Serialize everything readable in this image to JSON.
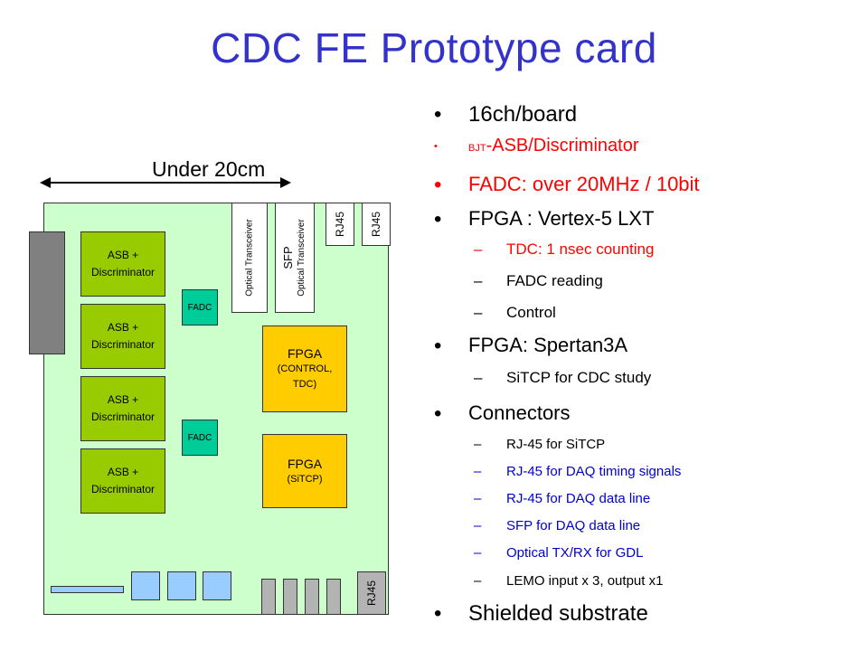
{
  "title": "CDC FE Prototype card",
  "colors": {
    "title": "#3333cc",
    "red_text": "#ff0000",
    "blue_text": "#0000cc",
    "board": "#ccffcc",
    "asb": "#99cc00",
    "fadc": "#00cc99",
    "fpga": "#ffcc00",
    "connector_blue": "#99ccff",
    "lemo": "#b3b3b3",
    "edge_connector": "#808080"
  },
  "diagram": {
    "width_label": "Under 20cm",
    "asb_blocks": [
      {
        "line1": "ASB +",
        "line2": "Discriminator"
      },
      {
        "line1": "ASB +",
        "line2": "Discriminator"
      },
      {
        "line1": "ASB +",
        "line2": "Discriminator"
      },
      {
        "line1": "ASB +",
        "line2": "Discriminator"
      }
    ],
    "fadc_blocks": [
      "FADC",
      "FADC"
    ],
    "fpga_control": {
      "name": "FPGA",
      "line2": "(CONTROL,",
      "line3": "TDC)"
    },
    "fpga_sitcp": {
      "name": "FPGA",
      "line2": "(SiTCP)"
    },
    "optical_1": "Optical Transceiver",
    "sfp_label": "SFP",
    "optical_2": "Optical Transceiver",
    "rj45_top_1": "RJ45",
    "rj45_top_2": "RJ45",
    "rj45_bottom": "RJ45"
  },
  "bullets": [
    {
      "level": 1,
      "marker": "•",
      "text": "16ch/board",
      "color": "black"
    },
    {
      "level": 1,
      "marker": "•",
      "prefix": "BJT",
      "text": "-ASB/Discriminator",
      "color": "red",
      "small_marker": true
    },
    {
      "level": 1,
      "marker": "•",
      "text": "FADC: over 20MHz / 10bit",
      "color": "red"
    },
    {
      "level": 1,
      "marker": "•",
      "text": "FPGA : Vertex-5 LXT",
      "color": "black"
    },
    {
      "level": 2,
      "marker": "–",
      "text": "TDC: 1 nsec counting",
      "color": "red"
    },
    {
      "level": 2,
      "marker": "–",
      "text": "FADC reading",
      "color": "black"
    },
    {
      "level": 2,
      "marker": "–",
      "text": "Control",
      "color": "black"
    },
    {
      "level": 1,
      "marker": "•",
      "text": "FPGA: Spertan3A",
      "color": "black"
    },
    {
      "level": 2,
      "marker": "–",
      "text": "SiTCP for CDC study",
      "color": "black"
    },
    {
      "level": 1,
      "marker": "•",
      "text": "Connectors",
      "color": "black"
    },
    {
      "level": 2,
      "marker": "–",
      "text": "RJ-45 for SiTCP",
      "color": "black"
    },
    {
      "level": 2,
      "marker": "–",
      "text": "RJ-45 for DAQ timing signals",
      "color": "blue"
    },
    {
      "level": 2,
      "marker": "–",
      "text": "RJ-45 for DAQ data line",
      "color": "blue"
    },
    {
      "level": 2,
      "marker": "–",
      "text": "SFP for DAQ data line",
      "color": "blue"
    },
    {
      "level": 2,
      "marker": "–",
      "text": "Optical TX/RX for GDL",
      "color": "blue"
    },
    {
      "level": 2,
      "marker": "–",
      "text": "LEMO input x 3, output x1",
      "color": "black"
    },
    {
      "level": 1,
      "marker": "•",
      "text": "Shielded substrate",
      "color": "black"
    }
  ]
}
